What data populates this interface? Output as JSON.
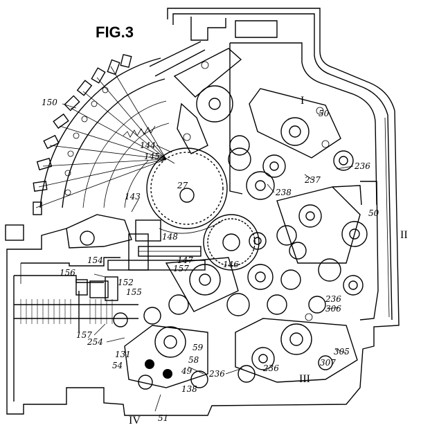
{
  "figure": {
    "title": "FIG.3"
  },
  "section_labels": {
    "I": "I",
    "II": "II",
    "III": "III",
    "IV": "IV"
  },
  "reference_numerals": {
    "n150": "150",
    "n144": "144",
    "n145": "145",
    "n27": "27",
    "n143": "143",
    "n148": "148",
    "n154": "154",
    "n147": "147",
    "n157a": "157",
    "n146": "146",
    "n156": "156",
    "n152": "152",
    "n155": "155",
    "n157b": "157",
    "n254": "254",
    "n131": "131",
    "n54": "54",
    "n58": "58",
    "n59": "59",
    "n49": "49",
    "n138": "138",
    "n51": "51",
    "n236a": "236",
    "n50a": "50",
    "n238": "238",
    "n237": "237",
    "n50b": "50",
    "n236b": "236",
    "n306": "306",
    "n305": "305",
    "n307": "307",
    "n236c": "236",
    "n236d": "236"
  }
}
